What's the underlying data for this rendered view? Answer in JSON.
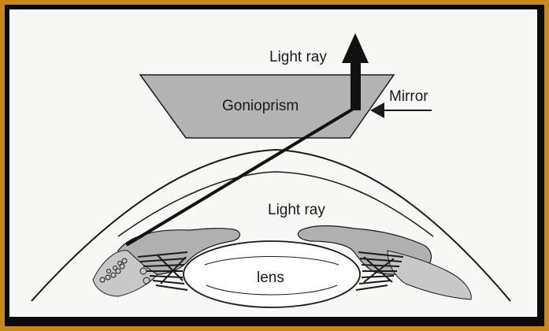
{
  "labels": {
    "top_light_ray": "Light ray",
    "gonioprism": "Gonioprism",
    "mirror": "Mirror",
    "inner_light_ray": "Light ray",
    "lens": "lens"
  },
  "colors": {
    "frame": "#c9871a",
    "background": "#f7f7f5",
    "prism_fill": "#b3b3b3",
    "iris_fill": "#b0b0b0",
    "outline": "#1a1a1a"
  }
}
